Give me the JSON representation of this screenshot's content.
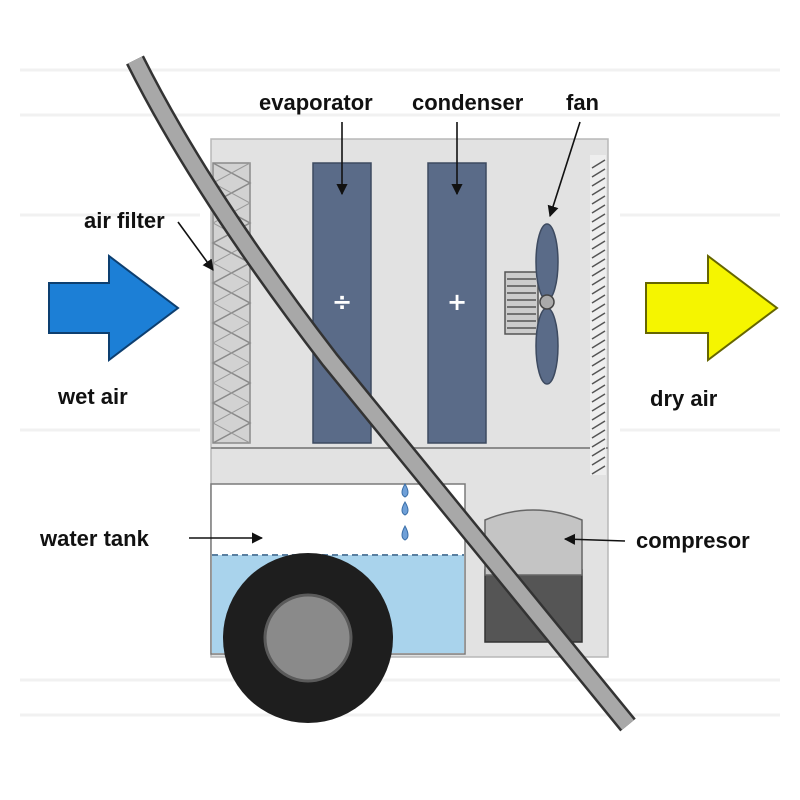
{
  "labels": {
    "evaporator": "evaporator",
    "condenser": "condenser",
    "fan": "fan",
    "air_filter": "air filter",
    "wet_air": "wet air",
    "dry_air": "dry air",
    "water_tank": "water tank",
    "compressor": "compresor"
  },
  "symbols": {
    "evaporator": "÷",
    "condenser": "+"
  },
  "colors": {
    "housing": "#e2e2e2",
    "coil": "#5a6b88",
    "wet_air_arrow": "#1c7fd6",
    "dry_air_arrow": "#f5f500",
    "water": "#a9d3ec",
    "strike_line": "#a8a8a8",
    "wheel": "#1e1e1e"
  }
}
